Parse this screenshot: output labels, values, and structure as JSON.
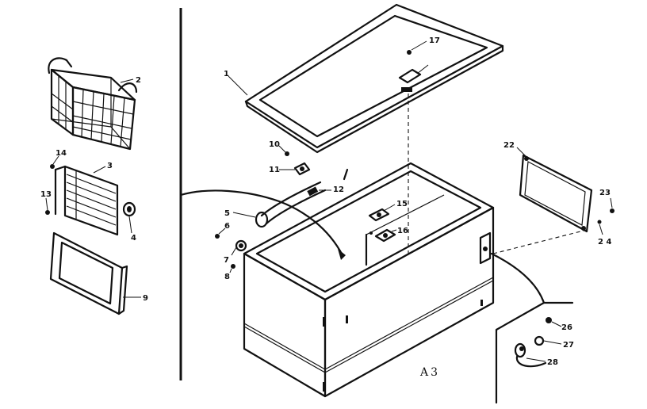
{
  "diagram": {
    "sheet_label": "A3",
    "callouts": {
      "c1": "1",
      "c2": "2",
      "c3": "3",
      "c4": "4",
      "c5": "5",
      "c6": "6",
      "c7": "7",
      "c8": "8",
      "c9": "9",
      "c10": "10",
      "c11": "11",
      "c12": "12",
      "c13": "13",
      "c14": "14",
      "c15": "15",
      "c16a": "16",
      "c16b": "16",
      "c17": "17",
      "c22": "22",
      "c23": "23",
      "c24": "2 4",
      "c26": "26",
      "c27": "27",
      "c28": "28"
    }
  }
}
